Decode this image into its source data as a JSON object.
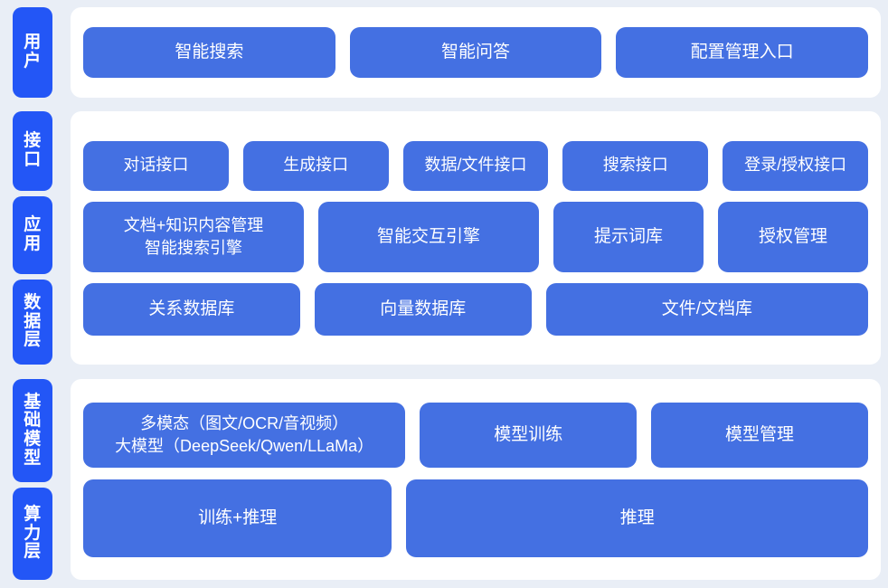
{
  "diagram": {
    "accent_tab_color": "#2356f6",
    "cell_color": "#4470e2",
    "panel_color": "#ffffff",
    "background_color": "#e9eef6",
    "sections": [
      {
        "id": "user",
        "rails": [
          {
            "label": "用户"
          }
        ],
        "rows": [
          {
            "id": "user-entry",
            "cells": [
              {
                "label": "智能搜索"
              },
              {
                "label": "智能问答"
              },
              {
                "label": "配置管理入口"
              }
            ]
          }
        ]
      },
      {
        "id": "platform",
        "rails": [
          {
            "label": "接口"
          },
          {
            "label": "应用"
          },
          {
            "label": "数据层"
          }
        ],
        "rows": [
          {
            "id": "interface",
            "cells": [
              {
                "label": "对话接口"
              },
              {
                "label": "生成接口"
              },
              {
                "label": "数据/文件接口"
              },
              {
                "label": "搜索接口"
              },
              {
                "label": "登录/授权接口"
              }
            ]
          },
          {
            "id": "application",
            "cells": [
              {
                "label": "文档+知识内容管理\n智能搜索引擎"
              },
              {
                "label": "智能交互引擎"
              },
              {
                "label": "提示词库"
              },
              {
                "label": "授权管理"
              }
            ]
          },
          {
            "id": "data",
            "cells": [
              {
                "label": "关系数据库"
              },
              {
                "label": "向量数据库"
              },
              {
                "label": "文件/文档库"
              }
            ]
          }
        ]
      },
      {
        "id": "infra",
        "rails": [
          {
            "label": "基础模型"
          },
          {
            "label": "算力层"
          }
        ],
        "rows": [
          {
            "id": "model",
            "cells": [
              {
                "label": "多模态（图文/OCR/音视频）\n大模型（DeepSeek/Qwen/LLaMa）"
              },
              {
                "label": "模型训练"
              },
              {
                "label": "模型管理"
              }
            ]
          },
          {
            "id": "compute",
            "cells": [
              {
                "label": "训练+推理"
              },
              {
                "label": "推理"
              }
            ]
          }
        ]
      }
    ]
  }
}
